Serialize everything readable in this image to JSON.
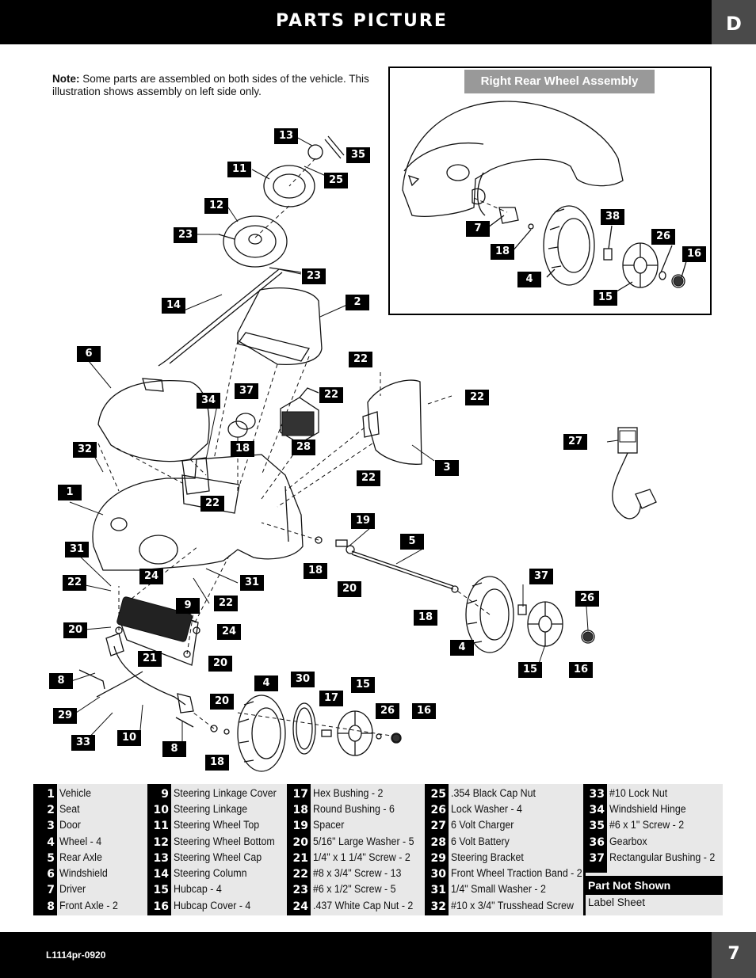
{
  "header": {
    "title": "PARTS PICTURE",
    "section": "D"
  },
  "note": {
    "label": "Note:",
    "text": "Some parts are assembled on both sides of the vehicle. This illustration shows assembly on left side only."
  },
  "inset": {
    "title": "Right Rear Wheel Assembly"
  },
  "callouts": [
    "13",
    "35",
    "11",
    "25",
    "12",
    "23",
    "23",
    "14",
    "2",
    "6",
    "22",
    "22",
    "22",
    "37",
    "34",
    "28",
    "32",
    "18",
    "27",
    "1",
    "3",
    "22",
    "22",
    "19",
    "5",
    "31",
    "18",
    "24",
    "31",
    "22",
    "20",
    "9",
    "22",
    "37",
    "26",
    "18",
    "20",
    "24",
    "4",
    "21",
    "20",
    "15",
    "16",
    "8",
    "4",
    "30",
    "15",
    "17",
    "20",
    "26",
    "16",
    "29",
    "33",
    "10",
    "8",
    "18",
    "7",
    "38",
    "26",
    "18",
    "16",
    "4",
    "15"
  ],
  "parts": {
    "columns": [
      [
        {
          "num": "1",
          "name": "Vehicle"
        },
        {
          "num": "2",
          "name": "Seat"
        },
        {
          "num": "3",
          "name": "Door"
        },
        {
          "num": "4",
          "name": "Wheel - 4"
        },
        {
          "num": "5",
          "name": "Rear Axle"
        },
        {
          "num": "6",
          "name": "Windshield"
        },
        {
          "num": "7",
          "name": "Driver"
        },
        {
          "num": "8",
          "name": "Front Axle - 2"
        }
      ],
      [
        {
          "num": "9",
          "name": "Steering Linkage Cover"
        },
        {
          "num": "10",
          "name": "Steering Linkage"
        },
        {
          "num": "11",
          "name": "Steering Wheel Top"
        },
        {
          "num": "12",
          "name": "Steering Wheel Bottom"
        },
        {
          "num": "13",
          "name": "Steering Wheel Cap"
        },
        {
          "num": "14",
          "name": "Steering Column"
        },
        {
          "num": "15",
          "name": "Hubcap - 4"
        },
        {
          "num": "16",
          "name": "Hubcap Cover - 4"
        }
      ],
      [
        {
          "num": "17",
          "name": "Hex Bushing - 2"
        },
        {
          "num": "18",
          "name": "Round Bushing - 6"
        },
        {
          "num": "19",
          "name": "Spacer"
        },
        {
          "num": "20",
          "name": "5/16\" Large Washer - 5"
        },
        {
          "num": "21",
          "name": "1/4\" x 1 1/4\" Screw - 2"
        },
        {
          "num": "22",
          "name": "#8 x 3/4\" Screw - 13"
        },
        {
          "num": "23",
          "name": "#6 x 1/2\" Screw - 5"
        },
        {
          "num": "24",
          "name": ".437 White Cap Nut - 2"
        }
      ],
      [
        {
          "num": "25",
          "name": ".354 Black Cap Nut"
        },
        {
          "num": "26",
          "name": "Lock Washer - 4"
        },
        {
          "num": "27",
          "name": "6 Volt Charger"
        },
        {
          "num": "28",
          "name": "6 Volt Battery"
        },
        {
          "num": "29",
          "name": "Steering Bracket"
        },
        {
          "num": "30",
          "name": "Front Wheel Traction Band - 2"
        },
        {
          "num": "31",
          "name": "1/4\" Small Washer - 2"
        },
        {
          "num": "32",
          "name": "#10 x 3/4\" Trusshead Screw"
        }
      ],
      [
        {
          "num": "33",
          "name": "#10 Lock Nut"
        },
        {
          "num": "34",
          "name": "Windshield Hinge"
        },
        {
          "num": "35",
          "name": "#6 x 1\" Screw - 2"
        },
        {
          "num": "36",
          "name": "Gearbox"
        },
        {
          "num": "37",
          "name": "Rectangular Bushing - 2"
        }
      ]
    ],
    "not_shown_label": "Part Not Shown",
    "not_shown_item": "Label Sheet"
  },
  "footer": {
    "code": "L1114pr-0920",
    "page": "7"
  }
}
